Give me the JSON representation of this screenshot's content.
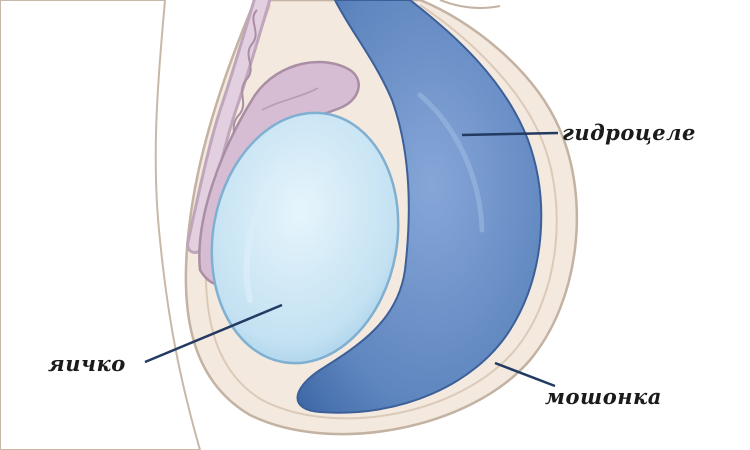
{
  "labels": {
    "hydrocele": "гидроцеле",
    "testis": "яичко",
    "scrotum": "мошонка"
  },
  "colors": {
    "background": "#ffffff",
    "skin": "#f1e7dd",
    "skin_outline": "#c8b6a6",
    "fluid": "#5f86bf",
    "fluid_highlight": "#7fa2d6",
    "testis": "#c6e3f3",
    "epididymis": "#d3b6cf",
    "leader_line": "#233a62"
  }
}
